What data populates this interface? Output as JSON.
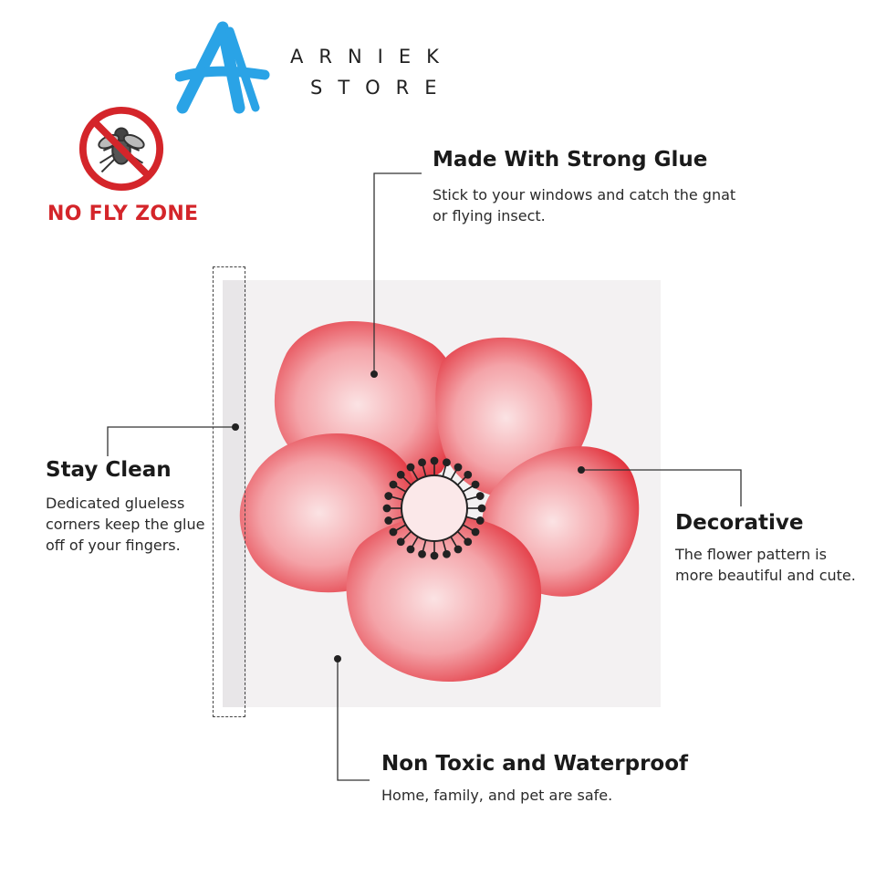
{
  "brand": {
    "logo_letter": "A",
    "line1": "ARNIEK",
    "line2": "STORE",
    "logo_color": "#2aa3e6"
  },
  "badge": {
    "icon": "no-fly-icon",
    "label": "NO FLY ZONE",
    "color": "#d4252a"
  },
  "features": {
    "glue": {
      "title": "Made With Strong Glue",
      "body": "Stick to your windows and catch the gnat or flying insect."
    },
    "clean": {
      "title": "Stay Clean",
      "body": "Dedicated glueless corners keep the glue off of your fingers."
    },
    "decorative": {
      "title": "Decorative",
      "body": "The flower pattern is more beautiful and cute."
    },
    "safe": {
      "title": "Non Toxic and Waterproof",
      "body": "Home, family, and pet are safe."
    }
  },
  "product": {
    "petal_color": "#e63a43",
    "petal_light": "#fbe3e4"
  }
}
